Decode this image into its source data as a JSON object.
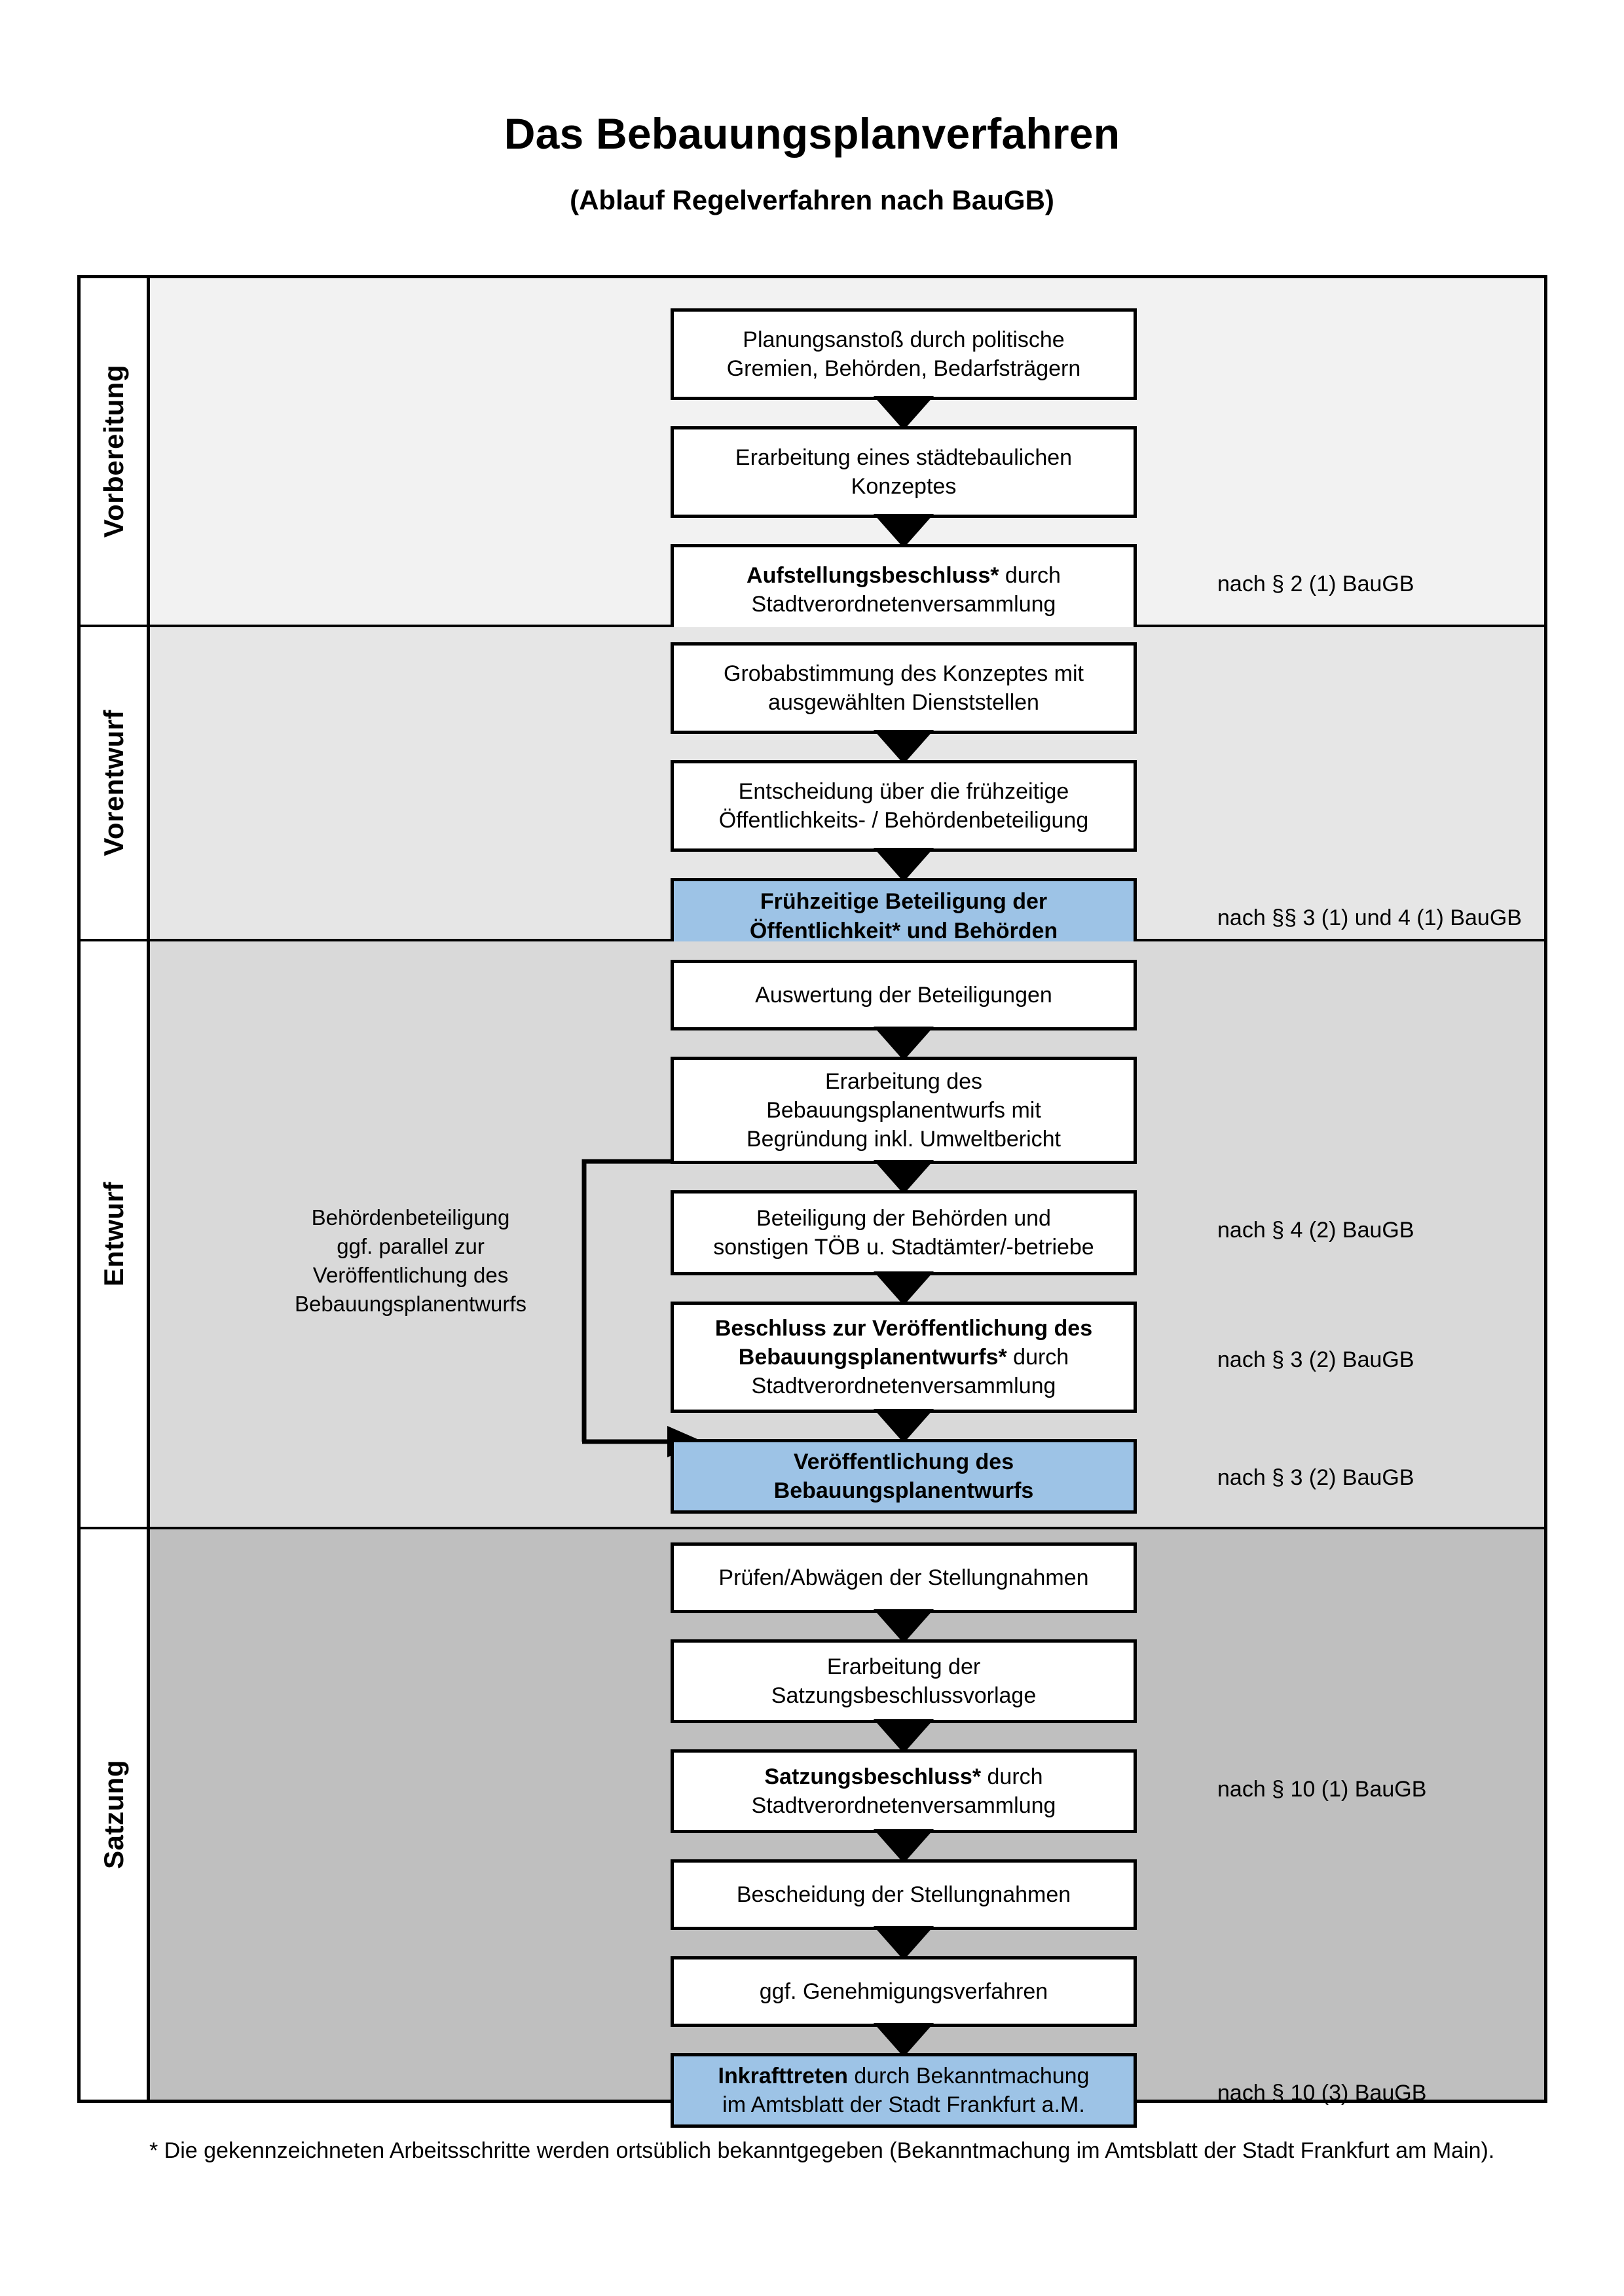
{
  "header": {
    "title": "Das Bebauungsplanverfahren",
    "subtitle": "(Ablauf Regelverfahren nach BauGB)"
  },
  "phases": [
    {
      "label": "Vorbereitung",
      "band_color": "#f2f2f2"
    },
    {
      "label": "Vorentwurf",
      "band_color": "#e6e6e6"
    },
    {
      "label": "Entwurf",
      "band_color": "#d9d9d9"
    },
    {
      "label": "Satzung",
      "band_color": "#bfbfbf"
    }
  ],
  "steps": {
    "s1": {
      "line1": "Planungsanstoß durch politische",
      "line2": "Gremien, Behörden, Bedarfsträgern"
    },
    "s2": {
      "line1": "Erarbeitung eines städtebaulichen",
      "line2": "Konzeptes"
    },
    "s3": {
      "bold": "Aufstellungsbeschluss*",
      "rest": " durch",
      "line2": "Stadtverordnetenversammlung"
    },
    "s4": {
      "line1": "Grobabstimmung des Konzeptes mit",
      "line2": "ausgewählten Dienststellen"
    },
    "s5": {
      "line1": "Entscheidung über die frühzeitige",
      "line2": "Öffentlichkeits- / Behördenbeteiligung"
    },
    "s6": {
      "line1": "Frühzeitige Beteiligung der",
      "line2": "Öffentlichkeit* und Behörden"
    },
    "s7": {
      "line1": "Auswertung der Beteiligungen"
    },
    "s8": {
      "line1": "Erarbeitung des",
      "line2": "Bebauungsplanentwurfs mit",
      "line3": "Begründung inkl. Umweltbericht"
    },
    "s9": {
      "line1": "Beteiligung der Behörden und",
      "line2": "sonstigen TÖB u. Stadtämter/-betriebe"
    },
    "s10": {
      "bold1": "Beschluss zur Veröffentlichung des",
      "bold2": "Bebauungsplanentwurfs*",
      "rest": " durch",
      "line3": "Stadtverordnetenversammlung"
    },
    "s11": {
      "line1": "Veröffentlichung des",
      "line2": "Bebauungsplanentwurfs"
    },
    "s12": {
      "line1": "Prüfen/Abwägen der Stellungnahmen"
    },
    "s13": {
      "line1": "Erarbeitung der",
      "line2": "Satzungsbeschlussvorlage"
    },
    "s14": {
      "bold": "Satzungsbeschluss*",
      "rest": " durch",
      "line2": "Stadtverordnetenversammlung"
    },
    "s15": {
      "line1": "Bescheidung der Stellungnahmen"
    },
    "s16": {
      "line1": "ggf. Genehmigungsverfahren"
    },
    "s17": {
      "bold": "Inkrafttreten",
      "rest": " durch Bekanntmachung",
      "line2": "im Amtsblatt der Stadt Frankfurt a.M."
    }
  },
  "side_note": {
    "line1": "Behördenbeteiligung",
    "line2": "ggf. parallel zur",
    "line3": "Veröffentlichung des",
    "line4": "Bebauungsplanentwurfs"
  },
  "legal_refs": {
    "r1": "nach § 2 (1) BauGB",
    "r2": "nach §§ 3 (1) und 4 (1) BauGB",
    "r3": "nach § 4 (2) BauGB",
    "r4": "nach § 3 (2) BauGB",
    "r5": "nach § 3 (2) BauGB",
    "r6": "nach § 10 (1) BauGB",
    "r7": "nach § 10 (3) BauGB"
  },
  "footnote": {
    "text": "* Die gekennzeichneten Arbeitsschritte werden ortsüblich bekanntgegeben (Bekanntmachung im Amtsblatt  der Stadt Frankfurt am Main)."
  },
  "colors": {
    "highlight_blue": "#9dc3e6",
    "border_black": "#000000"
  }
}
